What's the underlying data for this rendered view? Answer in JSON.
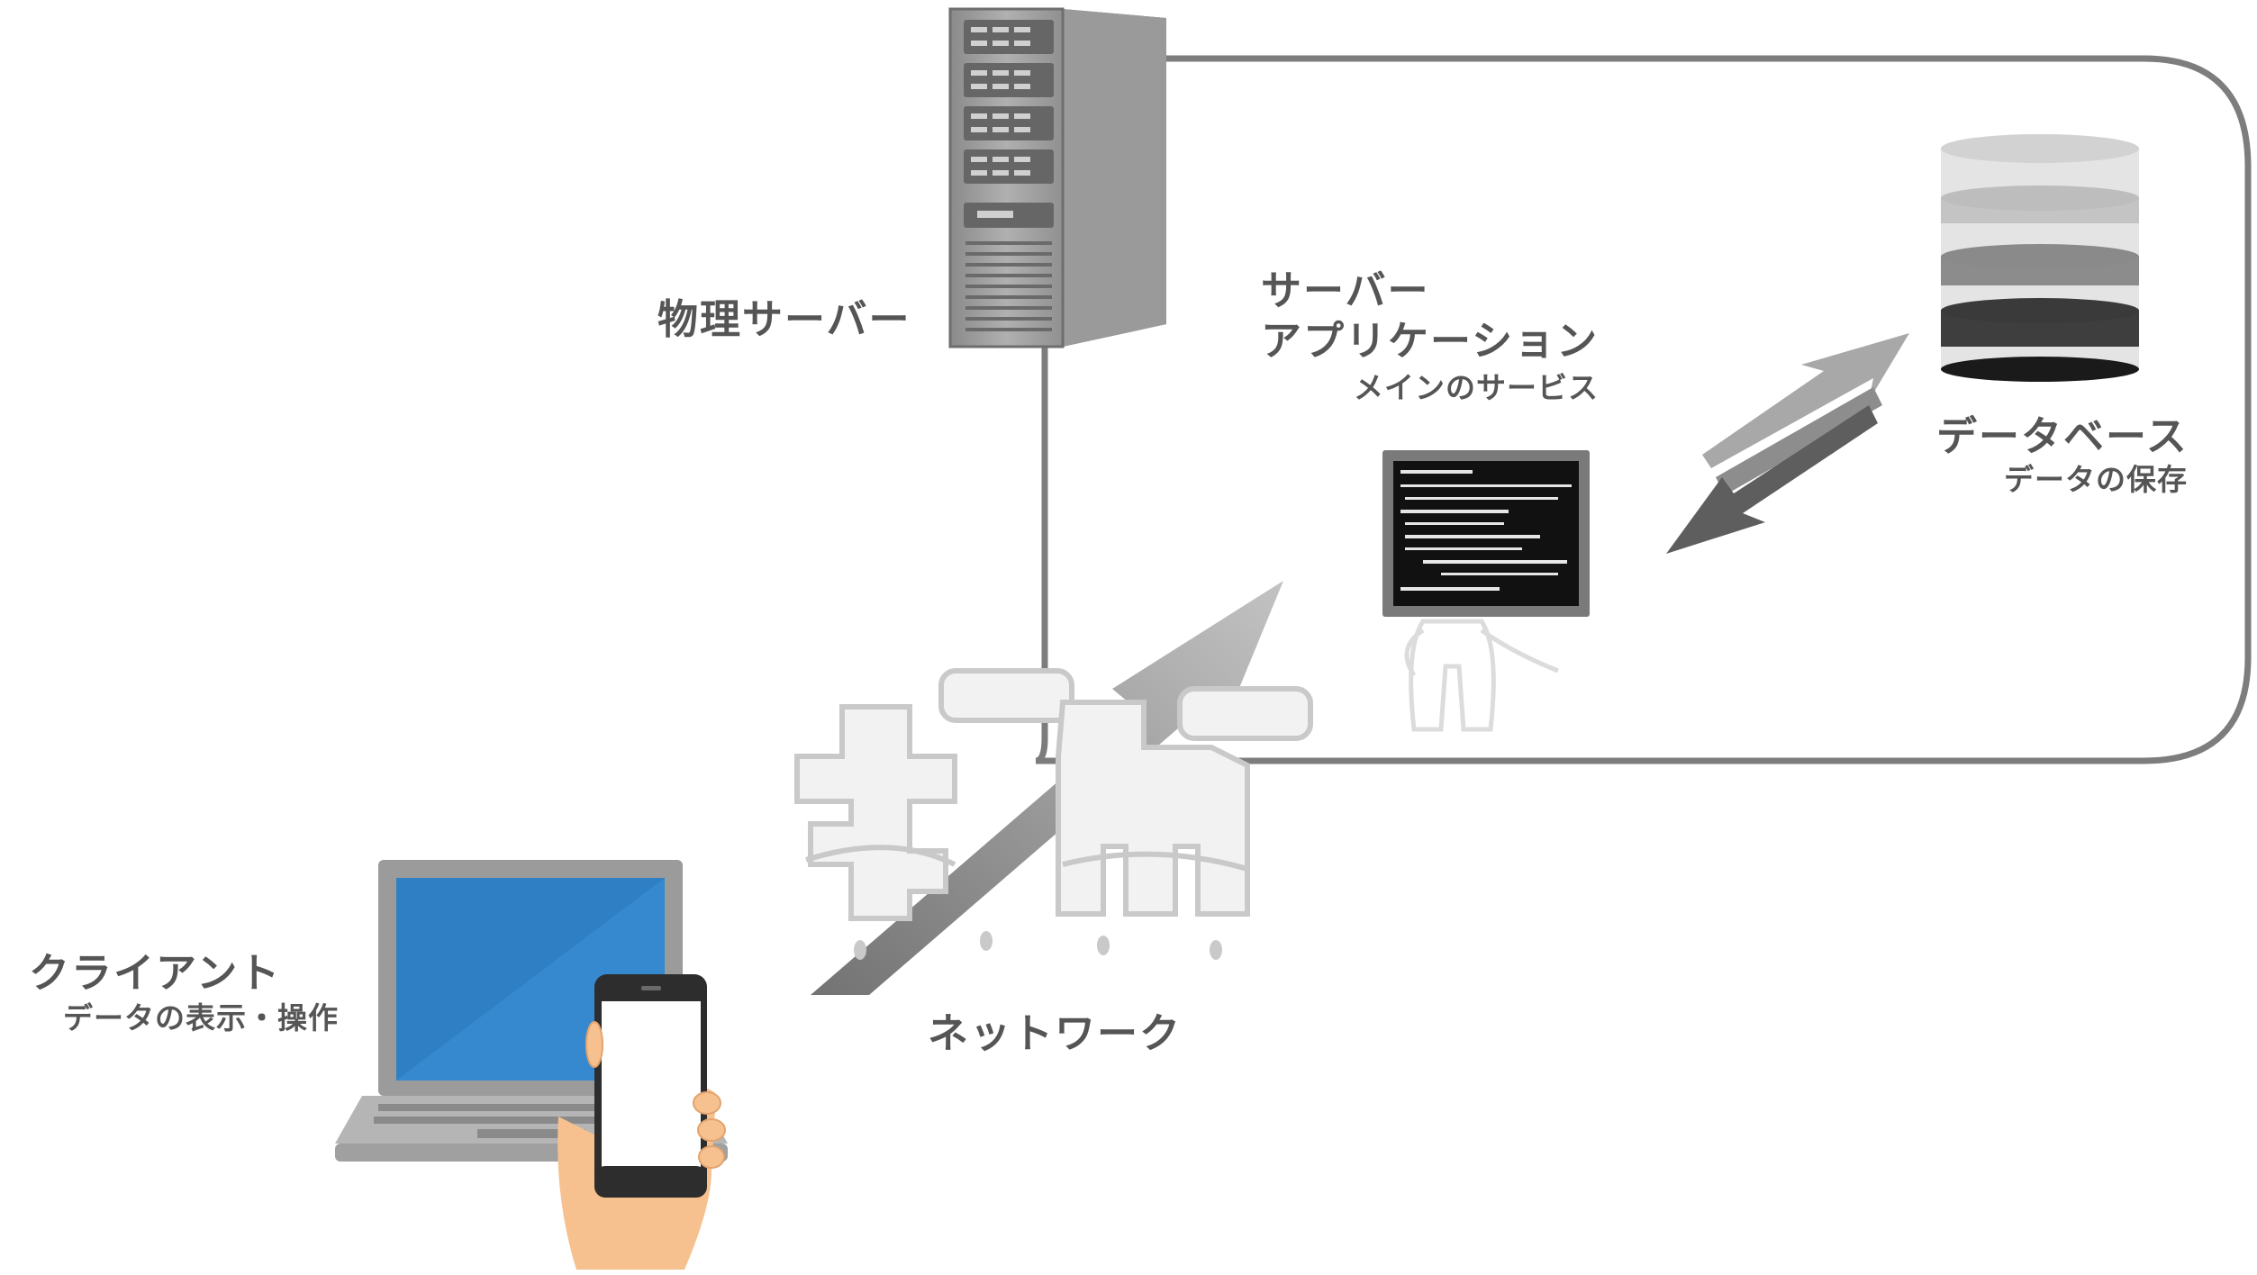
{
  "labels": {
    "physical_server": "物理サーバー",
    "server_app_line1": "サーバー",
    "server_app_line2": "アプリケーション",
    "server_app_sub": "メインのサービス",
    "database": "データベース",
    "database_sub": "データの保存",
    "client": "クライアント",
    "client_sub": "データの表示・操作",
    "network": "ネットワーク"
  },
  "colors": {
    "text": "#555555",
    "frame": "#7d7d7d",
    "screen_blue": "#2f7fc4",
    "skin": "#f6c08f"
  },
  "icons": [
    "server-rack-icon",
    "terminal-character-icon",
    "database-cylinder-icon",
    "network-cable-mascot-icon",
    "laptop-icon",
    "smartphone-in-hand-icon",
    "bidirectional-arrow-icon"
  ]
}
